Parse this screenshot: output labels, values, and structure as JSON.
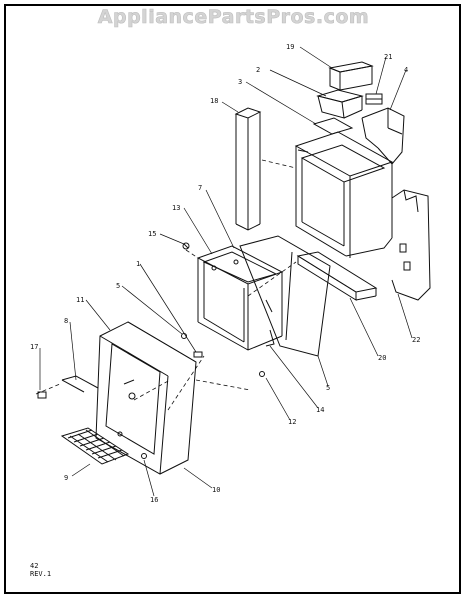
{
  "watermark": "AppliancePartsPros.com",
  "callouts": {
    "c1": "1",
    "c2": "2",
    "c3": "3",
    "c4": "4",
    "c5a": "5",
    "c5b": "5",
    "c7": "7",
    "c8": "8",
    "c9": "9",
    "c10": "10",
    "c11": "11",
    "c12": "12",
    "c13": "13",
    "c14": "14",
    "c15": "15",
    "c16": "16",
    "c17": "17",
    "c18": "18",
    "c19": "19",
    "c20": "20",
    "c21": "21",
    "c22": "22"
  },
  "footer": {
    "page_number": "42",
    "revision": "REV.1"
  }
}
